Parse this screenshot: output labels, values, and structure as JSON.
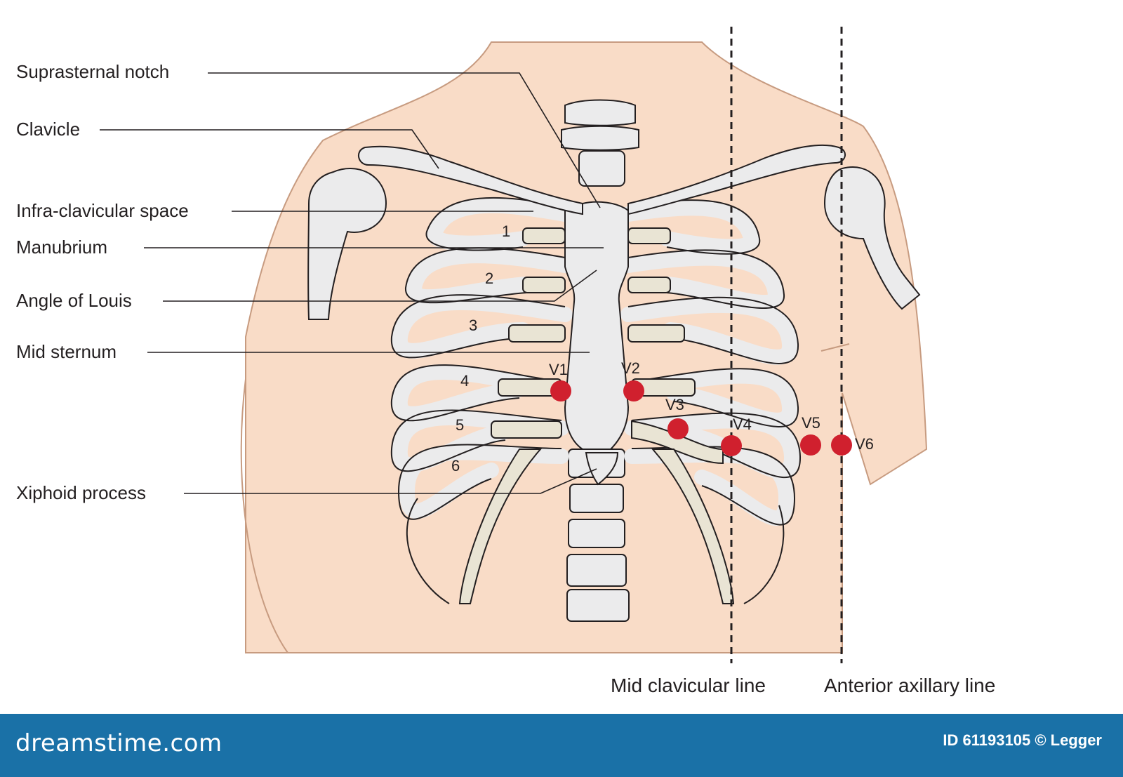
{
  "labels": {
    "suprasternal_notch": "Suprasternal notch",
    "clavicle": "Clavicle",
    "infra_clavicular_space": "Infra-clavicular space",
    "manubrium": "Manubrium",
    "angle_of_louis": "Angle of Louis",
    "mid_sternum": "Mid sternum",
    "xiphoid_process": "Xiphoid process",
    "mid_clavicular_line": "Mid clavicular line",
    "anterior_axillary_line": "Anterior axillary line"
  },
  "rib_numbers": [
    "1",
    "2",
    "3",
    "4",
    "5",
    "6"
  ],
  "leads": [
    "V1",
    "V2",
    "V3",
    "V4",
    "V5",
    "V6"
  ],
  "colors": {
    "skin": "#f9dcc7",
    "skin_outline": "#c79b80",
    "bone": "#ebebec",
    "bone_outline": "#231f20",
    "cartilage": "#e9e4d4",
    "electrode": "#d0202e",
    "footer": "#1a71a7"
  },
  "footer": {
    "brand": "dreamstime.com",
    "credit": "ID 61193105 © Legger"
  }
}
